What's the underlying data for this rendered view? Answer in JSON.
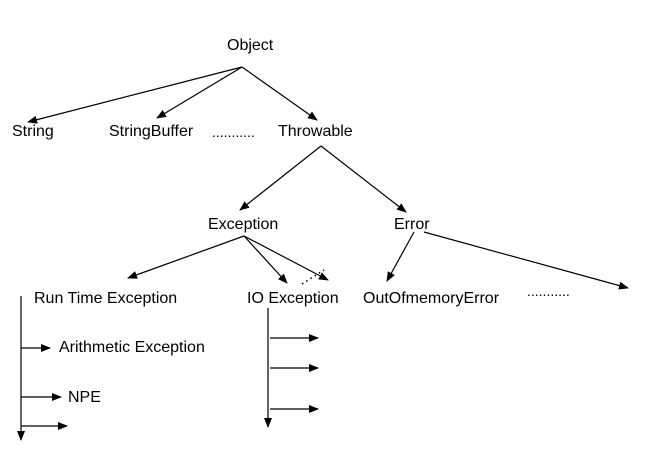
{
  "nodes": {
    "object": "Object",
    "string": "String",
    "stringbuffer": "StringBuffer",
    "ellipsis_top": "...........",
    "throwable": "Throwable",
    "exception": "Exception",
    "error": "Error",
    "runtime_exception": "Run Time Exception",
    "arithmetic_exception": "Arithmetic Exception",
    "npe": "NPE",
    "io_exception": "IO Exception",
    "outofmemory_error": "OutOfmemoryError",
    "ellipsis_right": "..........."
  },
  "colors": {
    "line": "#000000",
    "text": "#000000",
    "background": "#ffffff"
  }
}
